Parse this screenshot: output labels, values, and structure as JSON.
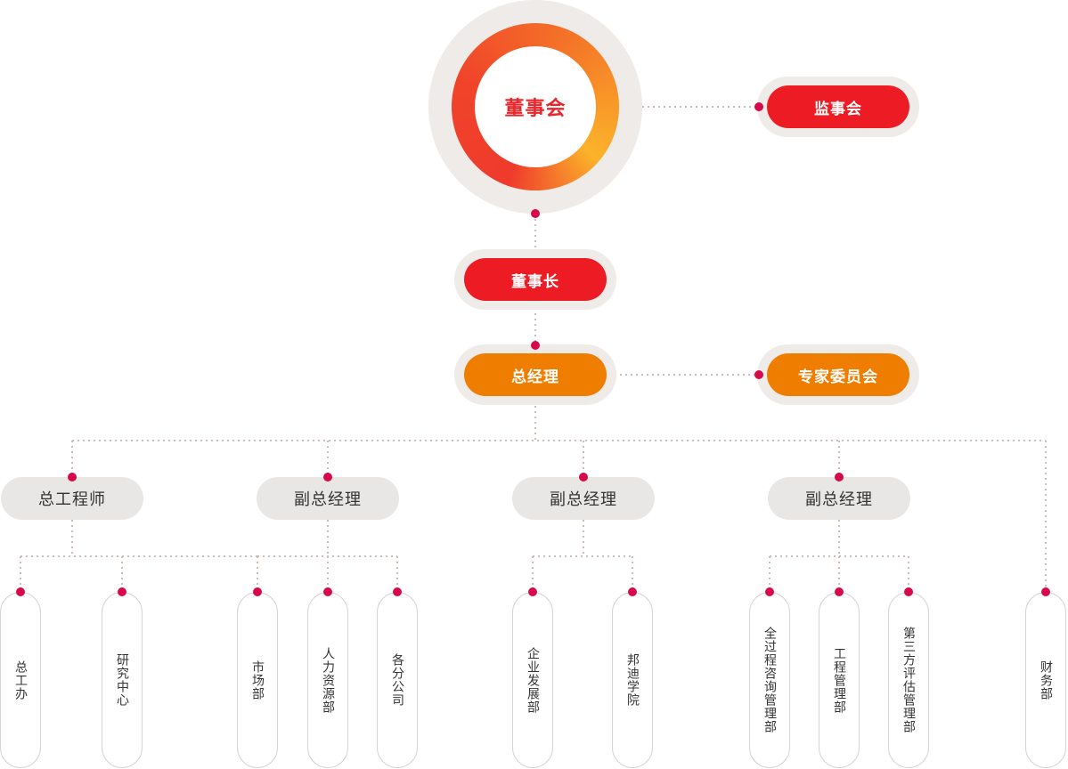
{
  "board": {
    "label": "董事会"
  },
  "supervisory_board": {
    "label": "监事会"
  },
  "chairman": {
    "label": "董事长"
  },
  "general_manager": {
    "label": "总经理"
  },
  "expert_committee": {
    "label": "专家委员会"
  },
  "level2": [
    {
      "label": "总工程师"
    },
    {
      "label": "副总经理"
    },
    {
      "label": "副总经理"
    },
    {
      "label": "副总经理"
    }
  ],
  "departments": [
    {
      "label": "总工办"
    },
    {
      "label": "研究中心"
    },
    {
      "label": "市场部"
    },
    {
      "label": "人力资源部"
    },
    {
      "label": "各分公司"
    },
    {
      "label": "企业发展部"
    },
    {
      "label": "邦迪学院"
    },
    {
      "label": "全过程咨询管理部"
    },
    {
      "label": "工程管理部"
    },
    {
      "label": "第三方评估管理部"
    },
    {
      "label": "财务部"
    }
  ],
  "colors": {
    "red": "#ed1c24",
    "orange": "#ef7d00",
    "dot": "#d6094a",
    "connector": "#c9bfb8",
    "halo": "#efebe8",
    "gray_pill": "#e9e6e6"
  }
}
